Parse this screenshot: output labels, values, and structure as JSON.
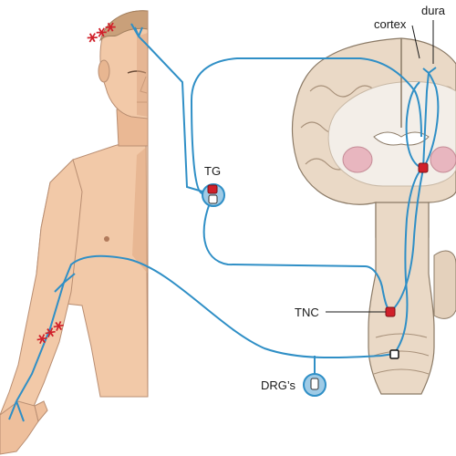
{
  "labels": {
    "dura": "dura",
    "cortex": "cortex",
    "tg": "TG",
    "tnc": "TNC",
    "drg": "DRG’s"
  },
  "pain_markers": {
    "forehead": "***",
    "forearm": "***"
  },
  "colors": {
    "nerve": "#2f8fc6",
    "ganglion_fill": "#9fcbe6",
    "neuron_red": "#d0202a",
    "skin": "#f2c9a8",
    "skin_shadow": "#e1ab86",
    "brain_tissue": "#ead9c6",
    "brain_outline": "#8b7a66",
    "white_matter": "#f3eee8",
    "basal_ganglia": "#e8b6bf"
  }
}
